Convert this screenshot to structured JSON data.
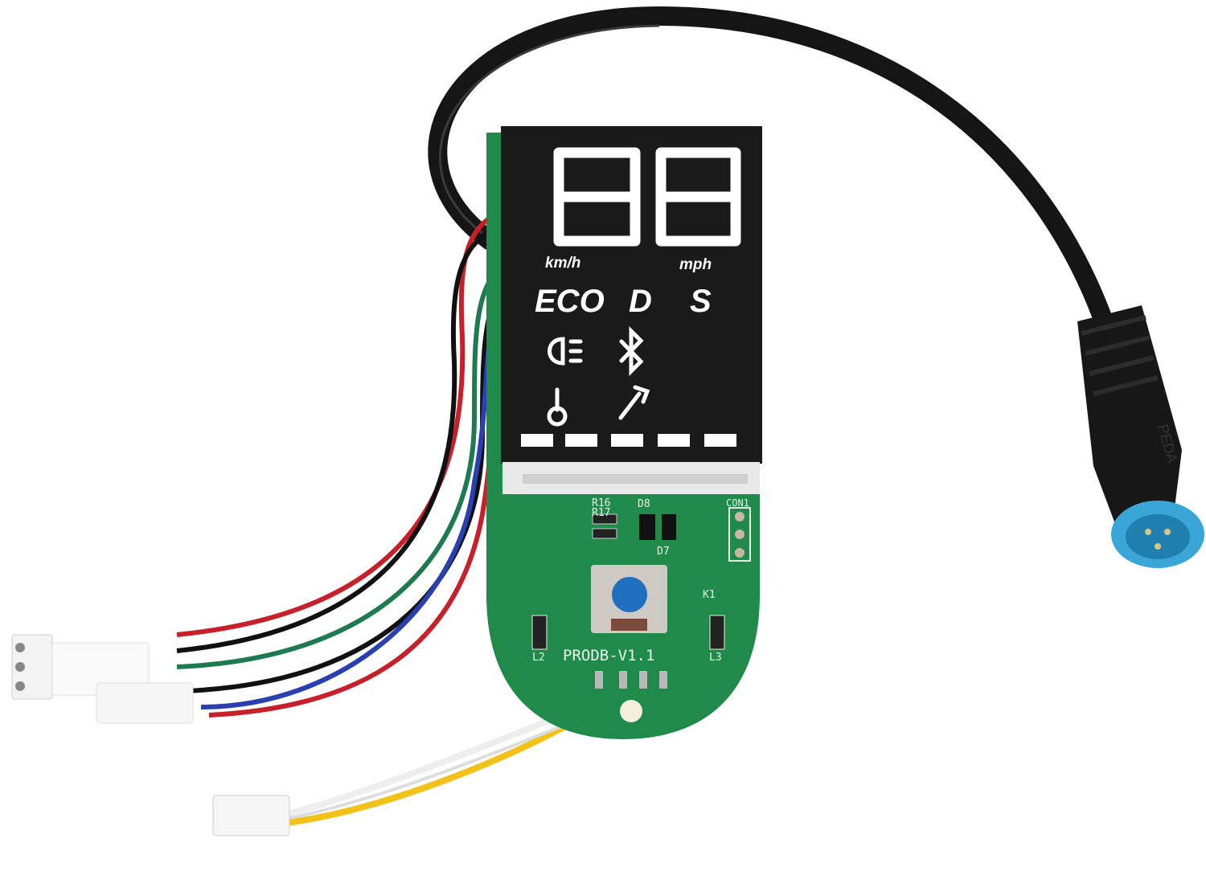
{
  "product": {
    "display": {
      "speed_digits": "88",
      "unit_kmh": "km/h",
      "unit_mph": "mph",
      "modes": [
        "ECO",
        "D",
        "S"
      ],
      "icons": [
        "headlight-icon",
        "bluetooth-icon",
        "thermometer-icon",
        "wrench-icon"
      ],
      "battery_bars": 5
    },
    "pcb": {
      "labels": {
        "r16": "R16",
        "r17": "R17",
        "d8": "D8",
        "d7": "D7",
        "con1": "CON1",
        "k1": "K1",
        "l2": "L2",
        "l3": "L3",
        "board": "PRODB-V1.1"
      }
    },
    "connector_text": "PEDA",
    "colors": {
      "lcd": "#1a1a1a",
      "pcb": "#1f8a4a",
      "button": "#1f6fc0",
      "connector_tip": "#3aa6d8",
      "cable": "#141414"
    }
  }
}
